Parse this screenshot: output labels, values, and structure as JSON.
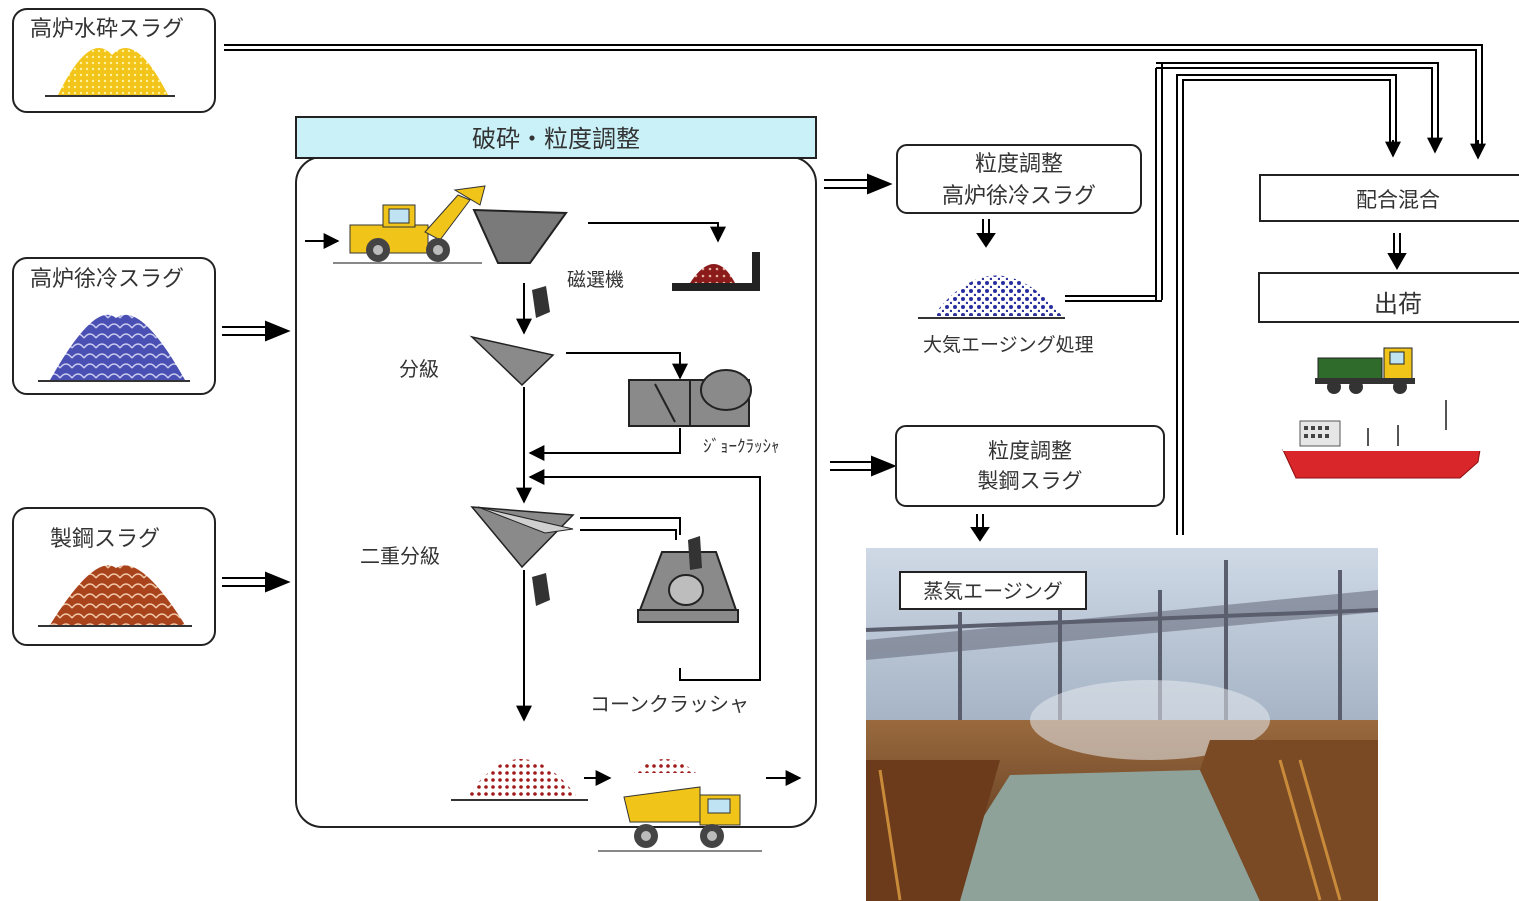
{
  "sources": {
    "granulated": "高炉水砕スラグ",
    "air_cooled": "高炉徐冷スラグ",
    "steel": "製鋼スラグ"
  },
  "process": {
    "title": "破砕・粒度調整",
    "magnetic": "磁選機",
    "classify": "分級",
    "jaw": "ｼﾞｮｰｸﾗｯｼｬ",
    "double": "二重分級",
    "cone": "コーンクラッシャ"
  },
  "blast_box": {
    "line1": "粒度調整",
    "line2": "高炉徐冷スラグ"
  },
  "air_aging": "大気エージング処理",
  "steel_box": {
    "line1": "粒度調整",
    "line2": "製鋼スラグ"
  },
  "steam_aging": "蒸気エージング",
  "blend": "配合混合",
  "ship": "出荷",
  "colors": {
    "header": "#c9f1f7",
    "yellow": "#f3c51b",
    "blue": "#4a4fb4",
    "brown": "#a9431c",
    "dark_red": "#8b1a1a",
    "vessel": "#d8262a"
  }
}
